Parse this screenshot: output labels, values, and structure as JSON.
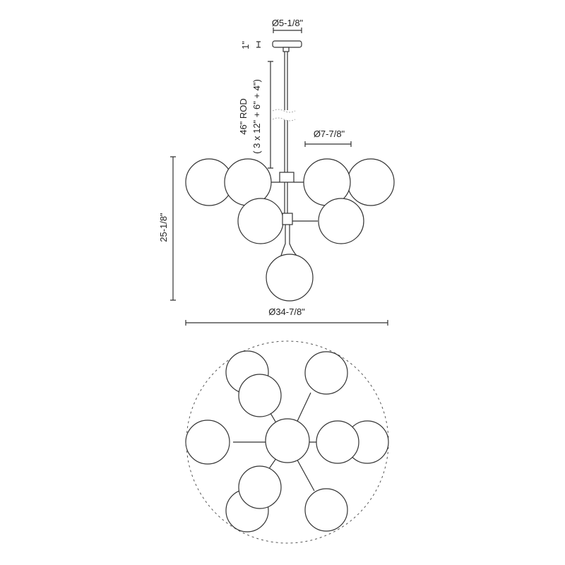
{
  "dimensions": {
    "canopy_diameter": "Ø5-1/8\"",
    "canopy_height": "1\"",
    "rod_length": "46\" ROD",
    "rod_breakdown": "( 3 x 12\" + 6\" + 4\")",
    "globe_diameter": "Ø7-7/8\"",
    "fixture_height": "25-1/8\"",
    "fixture_diameter": "Ø34-7/8\""
  }
}
